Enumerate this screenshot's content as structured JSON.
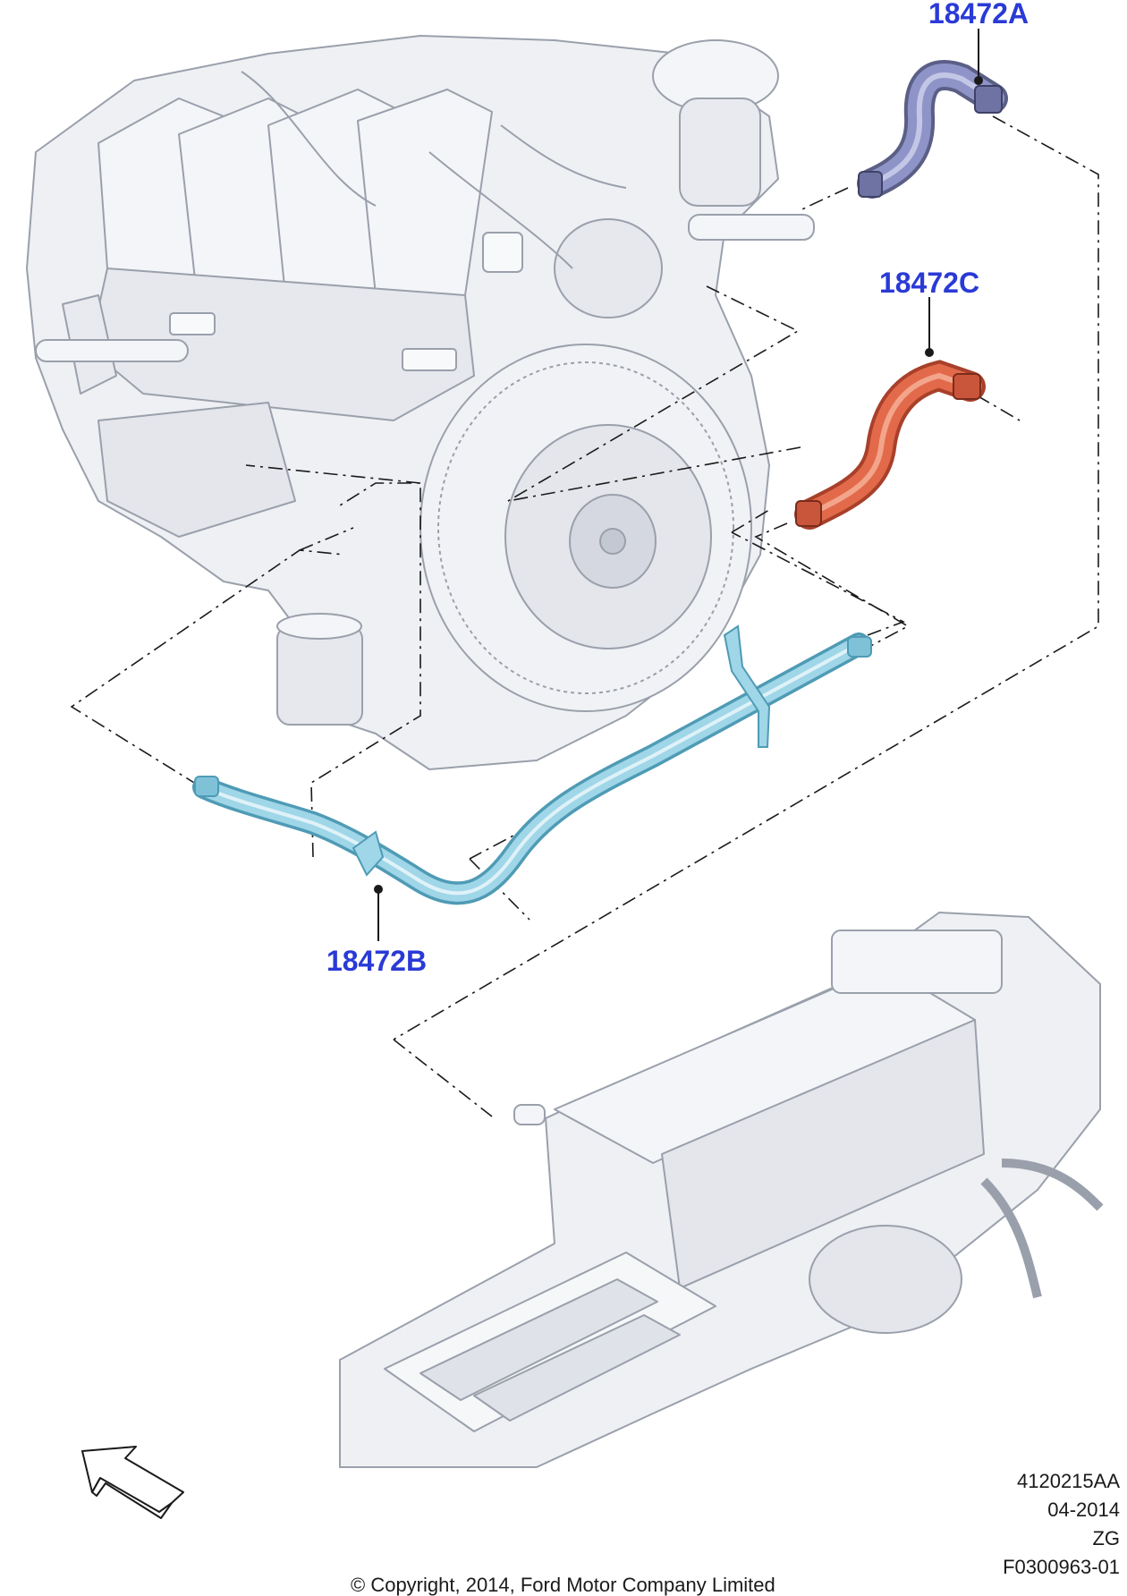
{
  "callouts": {
    "hose_a": "18472A",
    "hose_b": "18472B",
    "hose_c": "18472C"
  },
  "colors": {
    "callout_text": "#2a3ad6",
    "hose_a": "#8e94c8",
    "hose_b": "#9fd6e8",
    "hose_c": "#e26a4a",
    "component_fill": "#eef0f4",
    "component_line": "#9aa0ab",
    "leader_line": "#1a1a1a"
  },
  "icons": {
    "view_direction": "view-direction-arrow-icon"
  },
  "meta": {
    "illustration_id": "4120215AA",
    "date": "04-2014",
    "code": "ZG",
    "figure_number": "F0300963-01"
  },
  "copyright": "© Copyright, 2014, Ford Motor Company Limited"
}
